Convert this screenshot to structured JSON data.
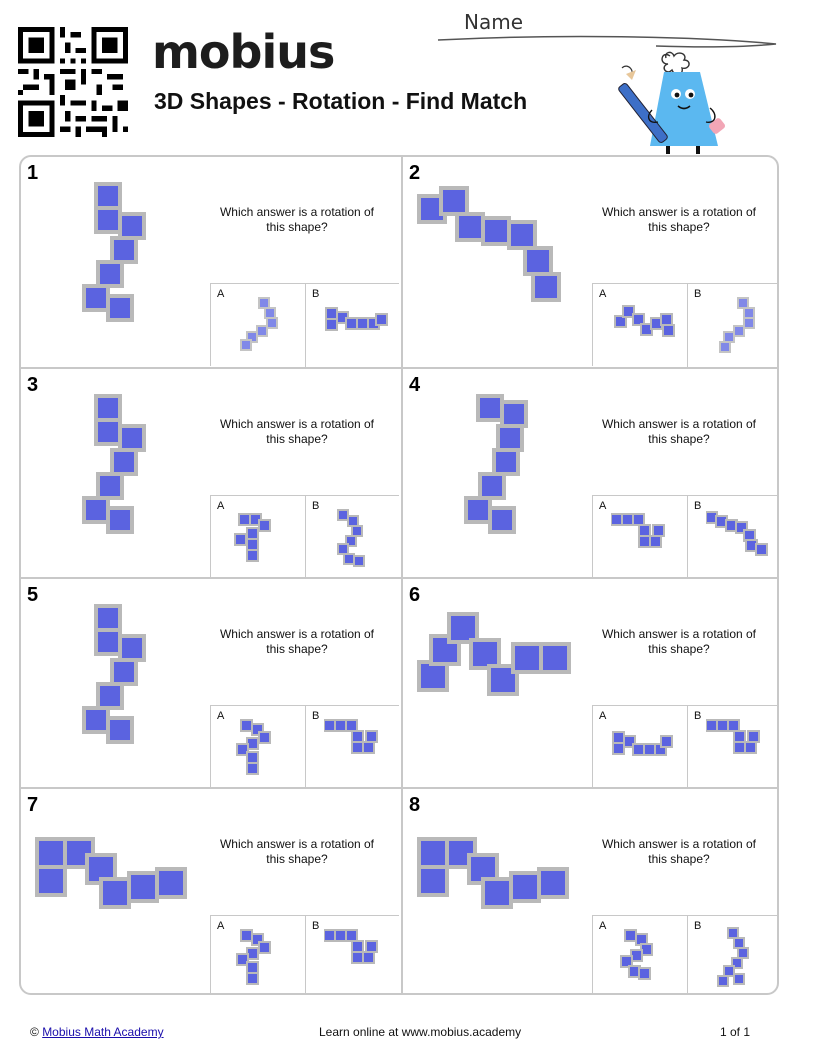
{
  "header": {
    "brand": "mobius",
    "title": "3D Shapes - Rotation - Find Match",
    "name_label": "Name"
  },
  "questions": [
    {
      "number": "1",
      "prompt": "Which answer is a rotation of this shape?",
      "options": [
        "A",
        "B"
      ]
    },
    {
      "number": "2",
      "prompt": "Which answer is a rotation of this shape?",
      "options": [
        "A",
        "B"
      ]
    },
    {
      "number": "3",
      "prompt": "Which answer is a rotation of this shape?",
      "options": [
        "A",
        "B"
      ]
    },
    {
      "number": "4",
      "prompt": "Which answer is a rotation of this shape?",
      "options": [
        "A",
        "B"
      ]
    },
    {
      "number": "5",
      "prompt": "Which answer is a rotation of this shape?",
      "options": [
        "A",
        "B"
      ]
    },
    {
      "number": "6",
      "prompt": "Which answer is a rotation of this shape?",
      "options": [
        "A",
        "B"
      ]
    },
    {
      "number": "7",
      "prompt": "Which answer is a rotation of this shape?",
      "options": [
        "A",
        "B"
      ]
    },
    {
      "number": "8",
      "prompt": "Which answer is a rotation of this shape?",
      "options": [
        "A",
        "B"
      ]
    }
  ],
  "footer": {
    "copyright_symbol": "©",
    "link_text": "Mobius Math Academy",
    "center_text": "Learn online at www.mobius.academy",
    "page_text": "1 of 1"
  },
  "colors": {
    "cube_face": "#5b63e0",
    "cube_edge": "#b9b9b9",
    "border": "#c8c8c8",
    "mascot": "#5bb8f0"
  }
}
